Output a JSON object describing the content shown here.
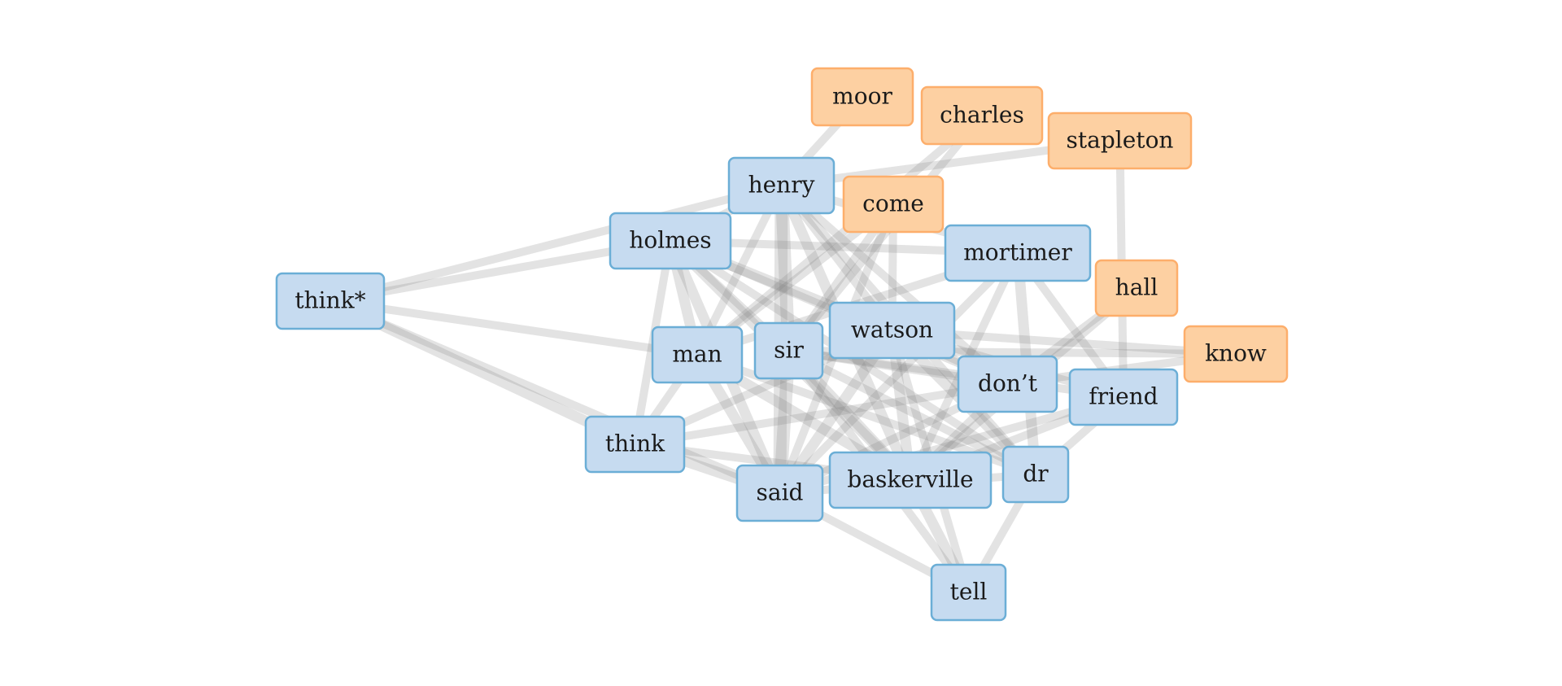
{
  "diagram": {
    "colors": {
      "primary_fill": "#c6dbf0",
      "primary_stroke": "#6baed6",
      "secondary_fill": "#fdd0a2",
      "secondary_stroke": "#fdae6b",
      "edge": "#808080"
    },
    "nodes": [
      {
        "id": "moor",
        "label": "moor",
        "group": "secondary"
      },
      {
        "id": "charles",
        "label": "charles",
        "group": "secondary"
      },
      {
        "id": "stapleton",
        "label": "stapleton",
        "group": "secondary"
      },
      {
        "id": "henry",
        "label": "henry",
        "group": "primary"
      },
      {
        "id": "come",
        "label": "come",
        "group": "secondary"
      },
      {
        "id": "holmes",
        "label": "holmes",
        "group": "primary"
      },
      {
        "id": "mortimer",
        "label": "mortimer",
        "group": "primary"
      },
      {
        "id": "hall",
        "label": "hall",
        "group": "secondary"
      },
      {
        "id": "think_star",
        "label": "think*",
        "group": "primary"
      },
      {
        "id": "watson",
        "label": "watson",
        "group": "primary"
      },
      {
        "id": "man",
        "label": "man",
        "group": "primary"
      },
      {
        "id": "sir",
        "label": "sir",
        "group": "primary"
      },
      {
        "id": "know",
        "label": "know",
        "group": "secondary"
      },
      {
        "id": "dont",
        "label": "don’t",
        "group": "primary"
      },
      {
        "id": "friend",
        "label": "friend",
        "group": "primary"
      },
      {
        "id": "think",
        "label": "think",
        "group": "primary"
      },
      {
        "id": "said",
        "label": "said",
        "group": "primary"
      },
      {
        "id": "baskerville",
        "label": "baskerville",
        "group": "primary"
      },
      {
        "id": "dr",
        "label": "dr",
        "group": "primary"
      },
      {
        "id": "tell",
        "label": "tell",
        "group": "primary"
      }
    ],
    "edges": [
      {
        "source": "moor",
        "target": "henry",
        "weight": 2
      },
      {
        "source": "charles",
        "target": "man",
        "weight": 2
      },
      {
        "source": "charles",
        "target": "sir",
        "weight": 2
      },
      {
        "source": "stapleton",
        "target": "henry",
        "weight": 2
      },
      {
        "source": "stapleton",
        "target": "friend",
        "weight": 2
      },
      {
        "source": "come",
        "target": "man",
        "weight": 2
      },
      {
        "source": "come",
        "target": "sir",
        "weight": 2
      },
      {
        "source": "come",
        "target": "watson",
        "weight": 2
      },
      {
        "source": "come",
        "target": "said",
        "weight": 2
      },
      {
        "source": "hall",
        "target": "dont",
        "weight": 2
      },
      {
        "source": "hall",
        "target": "baskerville",
        "weight": 2
      },
      {
        "source": "know",
        "target": "dont",
        "weight": 2
      },
      {
        "source": "know",
        "target": "watson",
        "weight": 2
      },
      {
        "source": "know",
        "target": "sir",
        "weight": 2
      },
      {
        "source": "think_star",
        "target": "henry",
        "weight": 2
      },
      {
        "source": "think_star",
        "target": "holmes",
        "weight": 2
      },
      {
        "source": "think_star",
        "target": "man",
        "weight": 2
      },
      {
        "source": "think_star",
        "target": "think",
        "weight": 3
      },
      {
        "source": "think_star",
        "target": "said",
        "weight": 2
      },
      {
        "source": "henry",
        "target": "holmes",
        "weight": 2
      },
      {
        "source": "henry",
        "target": "sir",
        "weight": 4
      },
      {
        "source": "henry",
        "target": "said",
        "weight": 4
      },
      {
        "source": "henry",
        "target": "watson",
        "weight": 2
      },
      {
        "source": "henry",
        "target": "baskerville",
        "weight": 3
      },
      {
        "source": "henry",
        "target": "man",
        "weight": 2
      },
      {
        "source": "henry",
        "target": "mortimer",
        "weight": 2
      },
      {
        "source": "henry",
        "target": "dont",
        "weight": 2
      },
      {
        "source": "henry",
        "target": "dr",
        "weight": 2
      },
      {
        "source": "holmes",
        "target": "mortimer",
        "weight": 2
      },
      {
        "source": "holmes",
        "target": "man",
        "weight": 3
      },
      {
        "source": "holmes",
        "target": "sir",
        "weight": 2
      },
      {
        "source": "holmes",
        "target": "watson",
        "weight": 3
      },
      {
        "source": "holmes",
        "target": "said",
        "weight": 3
      },
      {
        "source": "holmes",
        "target": "think",
        "weight": 2
      },
      {
        "source": "holmes",
        "target": "baskerville",
        "weight": 3
      },
      {
        "source": "holmes",
        "target": "dont",
        "weight": 2
      },
      {
        "source": "holmes",
        "target": "dr",
        "weight": 2
      },
      {
        "source": "mortimer",
        "target": "man",
        "weight": 2
      },
      {
        "source": "mortimer",
        "target": "dr",
        "weight": 3
      },
      {
        "source": "mortimer",
        "target": "said",
        "weight": 2
      },
      {
        "source": "mortimer",
        "target": "friend",
        "weight": 2
      },
      {
        "source": "mortimer",
        "target": "baskerville",
        "weight": 2
      },
      {
        "source": "watson",
        "target": "said",
        "weight": 3
      },
      {
        "source": "watson",
        "target": "dr",
        "weight": 3
      },
      {
        "source": "watson",
        "target": "baskerville",
        "weight": 3
      },
      {
        "source": "watson",
        "target": "dont",
        "weight": 2
      },
      {
        "source": "watson",
        "target": "think",
        "weight": 2
      },
      {
        "source": "watson",
        "target": "friend",
        "weight": 2
      },
      {
        "source": "man",
        "target": "said",
        "weight": 3
      },
      {
        "source": "man",
        "target": "dr",
        "weight": 2
      },
      {
        "source": "man",
        "target": "baskerville",
        "weight": 3
      },
      {
        "source": "man",
        "target": "think",
        "weight": 2
      },
      {
        "source": "sir",
        "target": "said",
        "weight": 4
      },
      {
        "source": "sir",
        "target": "baskerville",
        "weight": 3
      },
      {
        "source": "sir",
        "target": "dr",
        "weight": 2
      },
      {
        "source": "sir",
        "target": "dont",
        "weight": 2
      },
      {
        "source": "sir",
        "target": "friend",
        "weight": 2
      },
      {
        "source": "dont",
        "target": "said",
        "weight": 2
      },
      {
        "source": "dont",
        "target": "think",
        "weight": 2
      },
      {
        "source": "dont",
        "target": "baskerville",
        "weight": 2
      },
      {
        "source": "friend",
        "target": "said",
        "weight": 2
      },
      {
        "source": "friend",
        "target": "dr",
        "weight": 2
      },
      {
        "source": "friend",
        "target": "baskerville",
        "weight": 2
      },
      {
        "source": "think",
        "target": "said",
        "weight": 3
      },
      {
        "source": "think",
        "target": "baskerville",
        "weight": 2
      },
      {
        "source": "said",
        "target": "tell",
        "weight": 2
      },
      {
        "source": "said",
        "target": "dr",
        "weight": 2
      },
      {
        "source": "baskerville",
        "target": "tell",
        "weight": 3
      },
      {
        "source": "dr",
        "target": "tell",
        "weight": 2
      },
      {
        "source": "watson",
        "target": "tell",
        "weight": 2
      },
      {
        "source": "sir",
        "target": "tell",
        "weight": 2
      }
    ]
  }
}
